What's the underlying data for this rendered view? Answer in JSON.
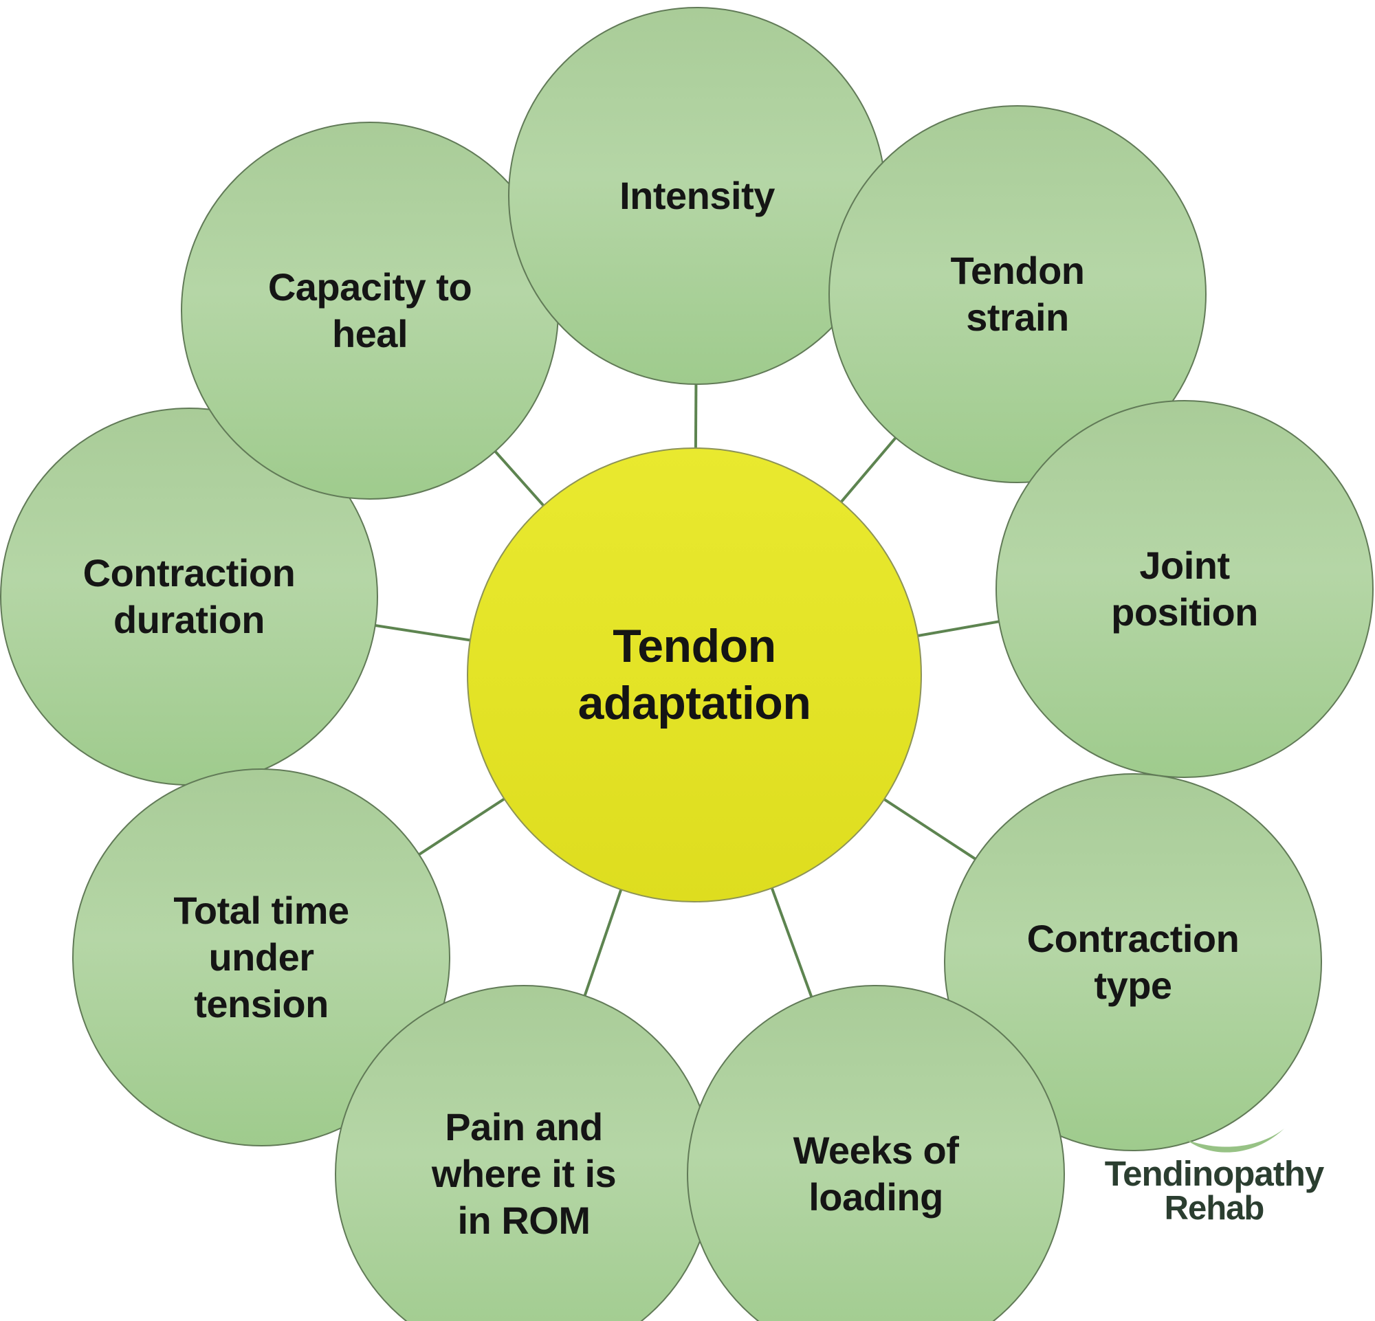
{
  "diagram": {
    "center": {
      "label": "Tendon\nadaptation"
    },
    "nodes": [
      {
        "id": "contraction-duration",
        "label": "Contraction\nduration"
      },
      {
        "id": "capacity-to-heal",
        "label": "Capacity to\nheal"
      },
      {
        "id": "intensity",
        "label": "Intensity"
      },
      {
        "id": "tendon-strain",
        "label": "Tendon\nstrain"
      },
      {
        "id": "joint-position",
        "label": "Joint\nposition"
      },
      {
        "id": "contraction-type",
        "label": "Contraction\ntype"
      },
      {
        "id": "total-time",
        "label": "Total time\nunder\ntension"
      },
      {
        "id": "pain-rom",
        "label": "Pain and\nwhere it is\nin ROM"
      },
      {
        "id": "weeks-of-loading",
        "label": "Weeks of\nloading"
      }
    ],
    "colors": {
      "node_fill_top": "#a9cc98",
      "node_fill_mid": "#b5d6a6",
      "node_fill_bottom": "#9fcb8d",
      "node_border": "#617a57",
      "hub_fill": "#e3e326",
      "hub_border": "#8d9357",
      "connector": "#5d8450",
      "text": "#151515",
      "logo_text": "#2b3e30",
      "logo_swoosh": "#97c285",
      "background": "#ffffff"
    },
    "logo": {
      "line1": "Tendinopathy",
      "line2": "Rehab"
    }
  }
}
